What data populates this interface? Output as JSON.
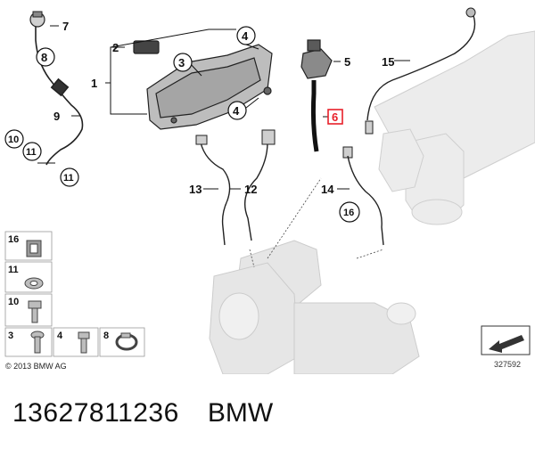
{
  "callouts": {
    "c1": "1",
    "c2": "2",
    "c3": "3",
    "c4a": "4",
    "c4b": "4",
    "c5": "5",
    "c6": "6",
    "c7": "7",
    "c8": "8",
    "c9": "9",
    "c10": "10",
    "c11a": "11",
    "c11b": "11",
    "c12": "12",
    "c13": "13",
    "c14": "14",
    "c15": "15",
    "c16": "16"
  },
  "legend": {
    "r16": "16",
    "r11": "11",
    "r10": "10",
    "r3": "3",
    "r4": "4",
    "r8": "8"
  },
  "copyright": "© 2013 BMW AG",
  "doc_number": "327592",
  "footer": {
    "part_number": "13627811236",
    "brand": "BMW"
  },
  "colors": {
    "highlight": "#e8202a",
    "line": "#111111",
    "ghost": "#d9d9d9"
  }
}
